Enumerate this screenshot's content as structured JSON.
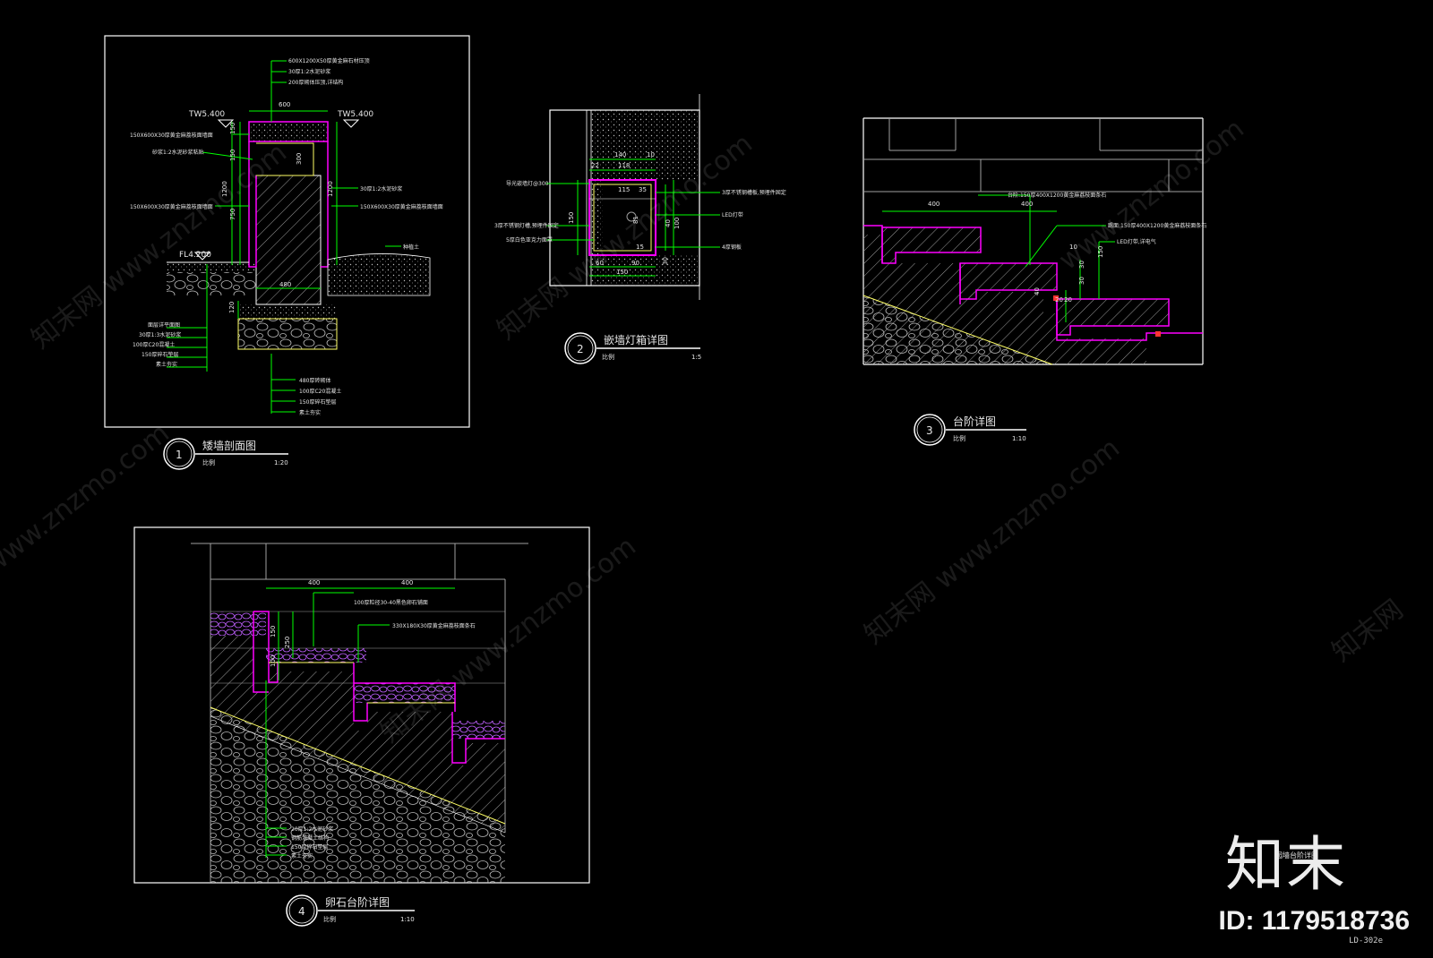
{
  "drawing_1": {
    "circle_num": "1",
    "title": "矮墙剖面图",
    "scale_label": "比例",
    "scale": "1:20",
    "elev_left": "TW5.400",
    "elev_right": "TW5.400",
    "floor_elev": "FL4.200",
    "width_top": "600",
    "width_base": "480",
    "dims": [
      "150",
      "150",
      "750",
      "1200",
      "300",
      "1200",
      "120"
    ],
    "notes_top": [
      "600X1200X50厚黄金麻石材压顶",
      "30厚1:2水泥砂浆",
      "200厚砌体压顶,详结构"
    ],
    "notes_left": [
      "150X600X30厚黄金麻荔枝面墙面",
      "砂浆1:2水泥砂浆粘贴",
      "150X600X30厚黄金麻荔枝面墙面"
    ],
    "notes_right": [
      "30厚1:2水泥砂浆",
      "150X600X30厚黄金麻荔枝面墙面",
      "种植土"
    ],
    "notes_bottom_left": [
      "面层详平面图",
      "30厚1:3水泥砂浆",
      "100厚C20混凝土",
      "150厚碎石垫层",
      "素土夯实"
    ],
    "notes_bottom": [
      "480厚砖砌体",
      "100厚C20混凝土",
      "150厚碎石垫层",
      "素土夯实"
    ]
  },
  "drawing_2": {
    "circle_num": "2",
    "title": "嵌墙灯箱详图",
    "scale_label": "比例",
    "scale": "1:5",
    "dims_top": [
      "140",
      "22",
      "118",
      "10",
      "115",
      "35"
    ],
    "dims_side": [
      "150",
      "81",
      "15",
      "40",
      "100"
    ],
    "dims_bottom": [
      "60",
      "90",
      "30",
      "150"
    ],
    "notes_left": [
      "导光嵌墙灯@300",
      "3厚不锈钢灯槽,预埋件固定",
      "5厚白色亚克力面罩"
    ],
    "notes_right": [
      "3厚不锈钢槽板,预埋件固定",
      "LED灯带",
      "4厚钢板"
    ]
  },
  "drawing_3": {
    "circle_num": "3",
    "title": "台阶详图",
    "scale_label": "比例",
    "scale": "1:10",
    "dims": [
      "400",
      "400",
      "150",
      "10",
      "20",
      "30",
      "30",
      "40",
      "20"
    ],
    "notes": [
      "台阶:150厚400X1200黄金麻荔枝面条石",
      "踢面:150厚400X1200黄金麻荔枝面条石",
      "LED灯带,详电气"
    ]
  },
  "drawing_4": {
    "circle_num": "4",
    "title": "卵石台阶详图",
    "scale_label": "比例",
    "scale": "1:10",
    "dims": [
      "400",
      "400",
      "150",
      "250",
      "100"
    ],
    "notes_top": [
      "100厚粒径30-40黑色卵石铺面",
      "330X180X30厚黄金麻荔枝面条石"
    ],
    "notes_bottom": [
      "20厚1:2水泥砂浆",
      "钢筋混凝土结构",
      "150厚碎石垫层",
      "素土夯实"
    ]
  },
  "stamp_text": "园墙台阶详图",
  "sheet_no": "LD-302e",
  "watermark": {
    "site": "www.znzmo.com",
    "brand": "知末网",
    "logo": "知末",
    "id": "ID: 1179518736"
  },
  "colors": {
    "background": "#000000",
    "line_white": "#ffffff",
    "green": "#00ff00",
    "magenta": "#ff00ff",
    "yellow": "#ffff66",
    "grey": "#a0a0a0",
    "cyan": "#00ffff"
  }
}
